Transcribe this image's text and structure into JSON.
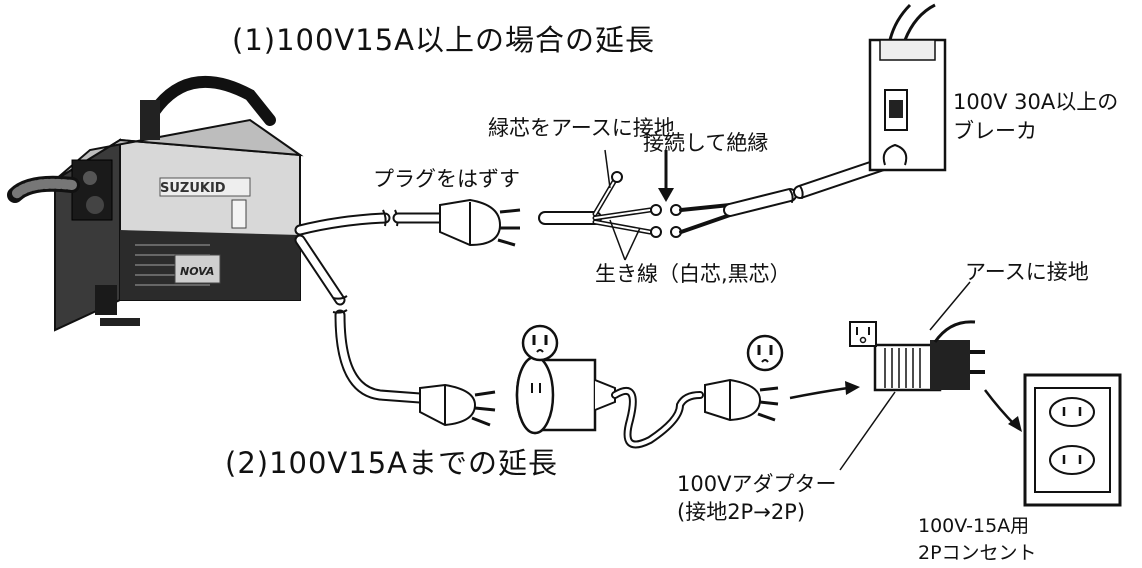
{
  "diagram": {
    "heading_case1": "(1)100V15A以上の場合の延長",
    "heading_case2": "(2)100V15Aまでの延長",
    "label_ground_green": "緑芯をアースに接地",
    "label_connect_insulate": "接続して絶縁",
    "label_remove_plug": "プラグをはずす",
    "label_live_wires": "生き線（白芯,黒芯）",
    "label_breaker": "100V 30A以上の\nブレーカ",
    "label_adapter_ground": "アースに接地",
    "label_adapter": "100Vアダプター\n(接地2P→2P)",
    "label_outlet": "100V-15A用\n2Pコンセント",
    "welder_brand": "SUZUKID",
    "welder_model": "NOVA"
  }
}
